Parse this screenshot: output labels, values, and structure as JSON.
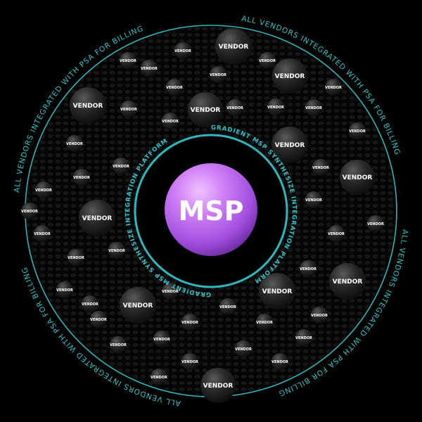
{
  "colors": {
    "background": "#000000",
    "ring": "#2fb7be",
    "msp_sphere": "#b35cf0",
    "vendor_sphere": "#2c2c2c"
  },
  "center": {
    "label": "MSP"
  },
  "inner_ring": {
    "label": "GRADIENT MSP SYNTHESIZE INTEGRATION PLATFORM"
  },
  "outer_ring": {
    "label": "ALL VENDORS INTEGRATED WITH PSA FOR BILLING"
  },
  "vendor_label": "VENDOR"
}
